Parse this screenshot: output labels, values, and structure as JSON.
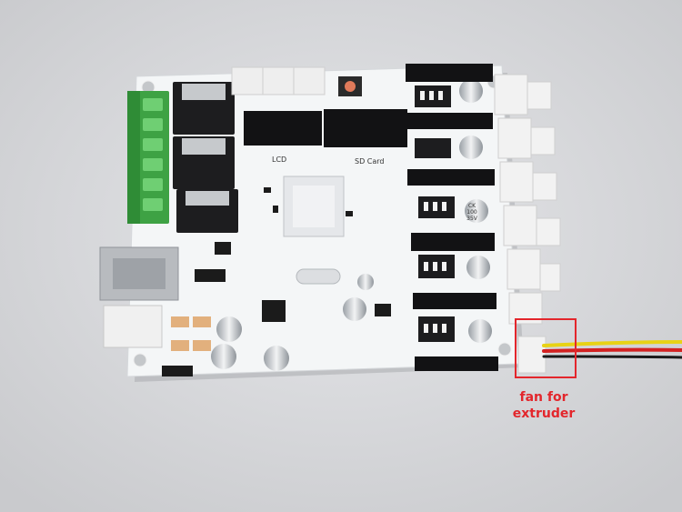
{
  "annotation": {
    "line1": "fan for",
    "line2": "extruder"
  },
  "board_labels": {
    "lcd": "LCD",
    "sd_card": "SD Card",
    "cap1": "CK 100 35V",
    "cap_lines": [
      "CK",
      "100",
      "35V"
    ]
  },
  "colors": {
    "background": "#d8d9dc",
    "board": "#f4f6f7",
    "terminal_green": "#3ea244",
    "annotation_red": "#e3262c",
    "wire_yellow": "#e8d215",
    "wire_red": "#d32222",
    "wire_black": "#1a1a1a"
  }
}
